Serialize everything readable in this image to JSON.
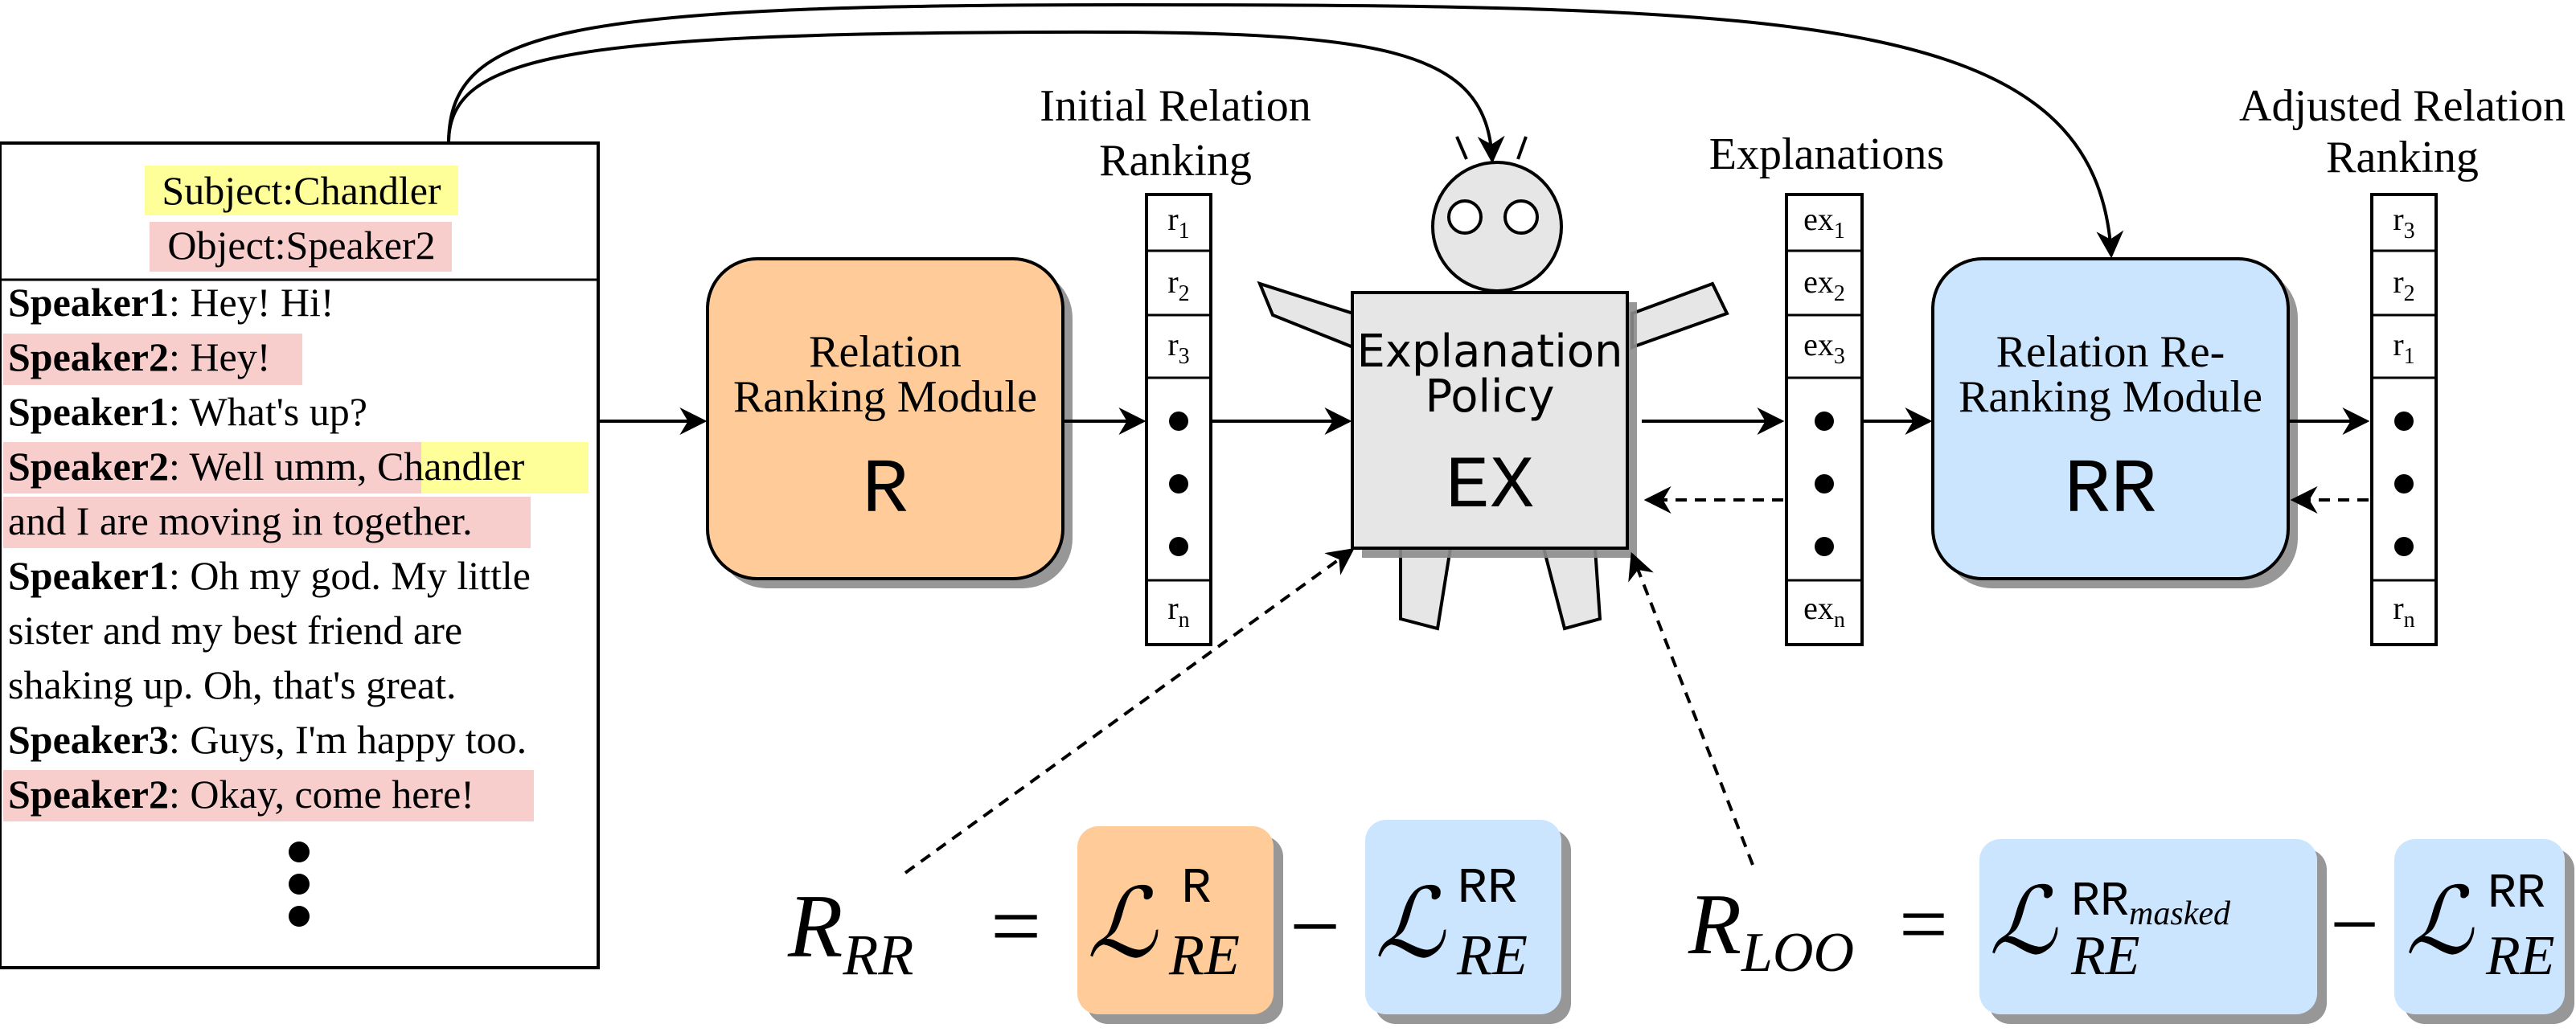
{
  "colors": {
    "orange": "#ffcc99",
    "blue": "#cce5ff",
    "gray": "#e6e6e6",
    "yellow_highlight": "#ffff99",
    "pink_highlight": "#f8cecc",
    "shadow": "#8c8c8c"
  },
  "dialogue": {
    "subject_label": "Subject:Chandler",
    "object_label": "Object:Speaker2",
    "lines": [
      {
        "speaker": "Speaker1",
        "text": ": Hey! Hi!"
      },
      {
        "speaker": "Speaker2",
        "text": ": Hey!"
      },
      {
        "speaker": "Speaker1",
        "text": ": What's up?"
      },
      {
        "speaker": "Speaker2",
        "text_before": ": Well umm, ",
        "highlight": "Chandler",
        "text_cont": "and I are moving in together."
      },
      {
        "speaker": "Speaker1",
        "text": ": Oh my god. My little",
        "text_cont": [
          "sister and my best friend are",
          "shaking up. Oh, that's great."
        ]
      },
      {
        "speaker": "Speaker3",
        "text": ": Guys, I'm happy too."
      },
      {
        "speaker": "Speaker2",
        "text": ": Okay, come here!"
      }
    ]
  },
  "modules": {
    "r": {
      "title_line1": "Relation",
      "title_line2": "Ranking Module",
      "symbol": "R"
    },
    "ex": {
      "title_line1": "Explanation",
      "title_line2": "Policy",
      "symbol": "EX"
    },
    "rr": {
      "title_line1": "Relation Re-",
      "title_line2": "Ranking Module",
      "symbol": "RR"
    }
  },
  "lists": {
    "initial": {
      "title_line1": "Initial Relation",
      "title_line2": "Ranking",
      "items": [
        {
          "base": "r",
          "sub": "1"
        },
        {
          "base": "r",
          "sub": "2"
        },
        {
          "base": "r",
          "sub": "3"
        }
      ],
      "last": {
        "base": "r",
        "sub": "n"
      }
    },
    "explanations": {
      "title": "Explanations",
      "items": [
        {
          "base": "ex",
          "sub": "1"
        },
        {
          "base": "ex",
          "sub": "2"
        },
        {
          "base": "ex",
          "sub": "3"
        }
      ],
      "last": {
        "base": "ex",
        "sub": "n"
      }
    },
    "adjusted": {
      "title_line1": "Adjusted Relation",
      "title_line2": "Ranking",
      "items": [
        {
          "base": "r",
          "sub": "3"
        },
        {
          "base": "r",
          "sub": "2"
        },
        {
          "base": "r",
          "sub": "1"
        }
      ],
      "last": {
        "base": "r",
        "sub": "n"
      }
    }
  },
  "formulas": {
    "rrr": {
      "lhs": "R",
      "lhs_sub": "RR",
      "eq": "=",
      "term1": "ℒ",
      "term1_sub": "RE",
      "term1_sup": "R",
      "minus": "−",
      "term2": "ℒ",
      "term2_sub": "RE",
      "term2_sup": "RR"
    },
    "rloo": {
      "lhs": "R",
      "lhs_sub": "LOO",
      "eq": "=",
      "term1": "ℒ",
      "term1_sub": "RE",
      "term1_sup": "RR",
      "term1_sup_sub": "masked",
      "minus": "−",
      "term2": "ℒ",
      "term2_sub": "RE",
      "term2_sup": "RR"
    }
  }
}
